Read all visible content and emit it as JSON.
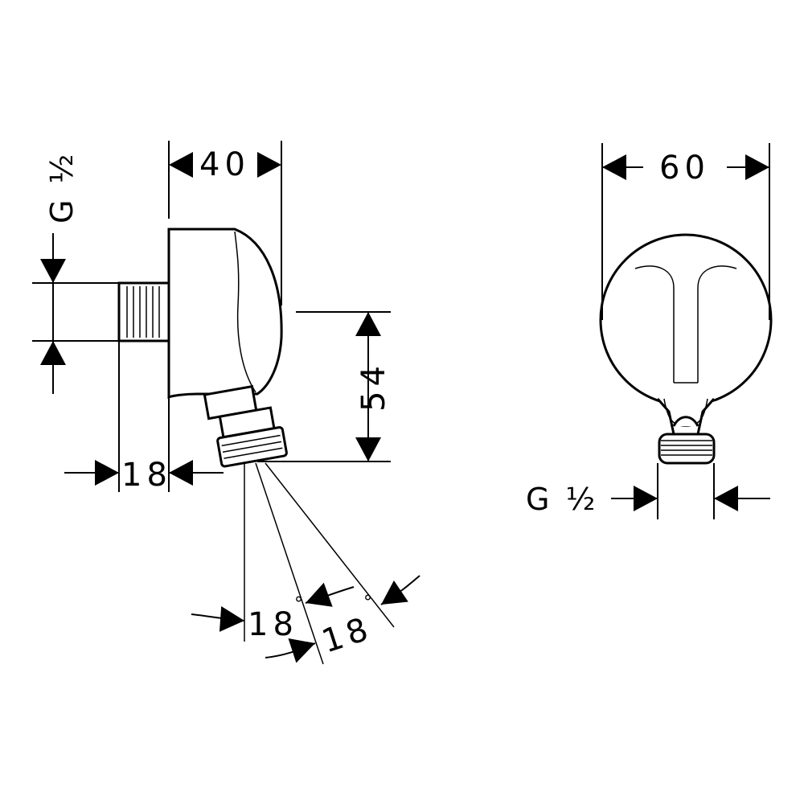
{
  "diagram": {
    "labels": {
      "width_side": "40",
      "width_front": "60",
      "height": "54",
      "depth": "18",
      "thread_side": "G ½",
      "thread_front": "G ½",
      "angle_left_value": "18",
      "angle_right_value": "18",
      "degree_symbol": "°"
    },
    "colors": {
      "line": "#000000",
      "background": "#ffffff"
    }
  }
}
